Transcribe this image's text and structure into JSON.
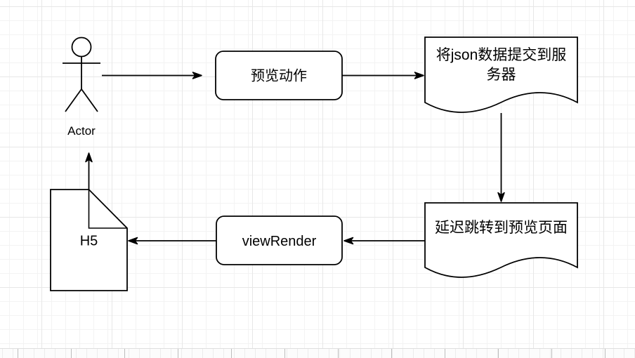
{
  "diagram": {
    "type": "flowchart",
    "colors": {
      "shape_stroke": "#000000",
      "shape_fill": "#ffffff",
      "text": "#000000",
      "grid_minor": "#f3f3f3",
      "grid_major": "#e7e7e7"
    },
    "nodes": {
      "actor": {
        "shape": "stick-figure",
        "label": "Actor"
      },
      "preview_action": {
        "shape": "rounded-rectangle",
        "label": "预览动作"
      },
      "submit_json": {
        "shape": "document",
        "label": "将json数据提交到服务器",
        "lines": [
          "将json数据提交到服",
          "务器"
        ]
      },
      "delayed_redirect": {
        "shape": "document",
        "label": "延迟跳转到预览页面"
      },
      "view_render": {
        "shape": "rounded-rectangle",
        "label": "viewRender"
      },
      "h5": {
        "shape": "note-folded-corner",
        "label": "H5"
      }
    },
    "edges": [
      {
        "from": "actor",
        "to": "preview_action"
      },
      {
        "from": "preview_action",
        "to": "submit_json"
      },
      {
        "from": "submit_json",
        "to": "delayed_redirect"
      },
      {
        "from": "delayed_redirect",
        "to": "view_render"
      },
      {
        "from": "view_render",
        "to": "h5"
      },
      {
        "from": "h5",
        "to": "actor"
      }
    ]
  }
}
